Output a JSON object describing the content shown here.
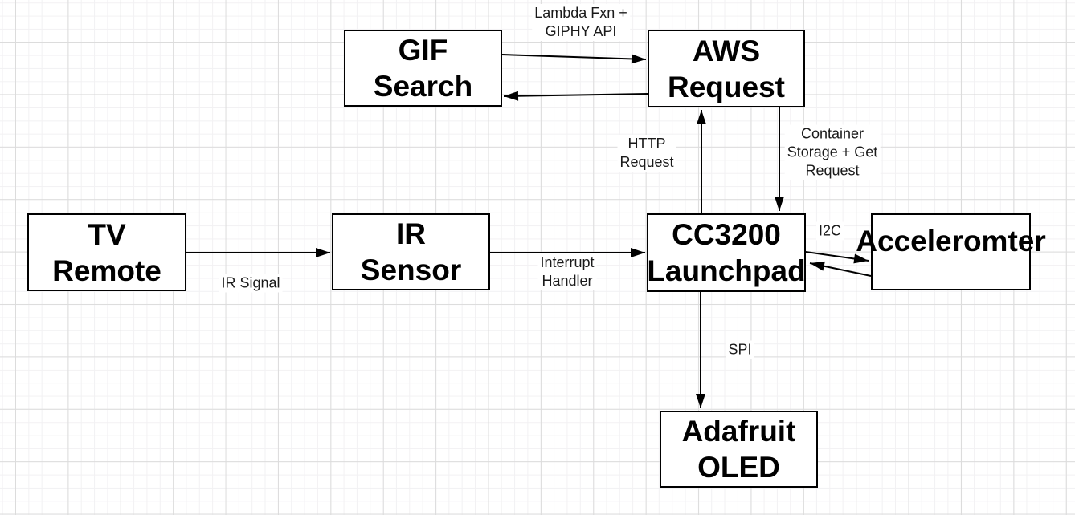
{
  "diagram": {
    "type": "block-diagram",
    "colors": {
      "node_fill": "#ffffff",
      "node_border": "#000000",
      "arrow": "#000000",
      "grid_minor": "#f2f1f3",
      "grid_major": "#dcdcdc",
      "background": "#ffffff"
    },
    "nodes": {
      "gif_search": {
        "label": "GIF\nSearch"
      },
      "aws_request": {
        "label": "AWS\nRequest"
      },
      "tv_remote": {
        "label": "TV\nRemote"
      },
      "ir_sensor": {
        "label": "IR\nSensor"
      },
      "cc3200_launchpad": {
        "label": "CC3200\nLaunchpad"
      },
      "accelerometer": {
        "label": "Acceleromter"
      },
      "adafruit_oled": {
        "label": "Adafruit\nOLED"
      }
    },
    "edge_labels": {
      "lambda_giphy": "Lambda Fxn +\nGIPHY API",
      "http_request": "HTTP\nRequest",
      "container_storage": "Container\nStorage + Get\nRequest",
      "ir_signal": "IR Signal",
      "interrupt_handler": "Interrupt\nHandler",
      "i2c": "I2C",
      "spi": "SPI"
    },
    "connections": [
      {
        "from": "GIF Search",
        "to": "AWS Request",
        "label": "Lambda Fxn + GIPHY API"
      },
      {
        "from": "AWS Request",
        "to": "GIF Search",
        "label": ""
      },
      {
        "from": "TV Remote",
        "to": "IR Sensor",
        "label": "IR Signal"
      },
      {
        "from": "IR Sensor",
        "to": "CC3200 Launchpad",
        "label": "Interrupt Handler"
      },
      {
        "from": "CC3200 Launchpad",
        "to": "AWS Request",
        "label": "HTTP Request"
      },
      {
        "from": "AWS Request",
        "to": "CC3200 Launchpad",
        "label": "Container Storage + Get Request"
      },
      {
        "from": "CC3200 Launchpad",
        "to": "Acceleromter",
        "label": "I2C"
      },
      {
        "from": "Acceleromter",
        "to": "CC3200 Launchpad",
        "label": "I2C"
      },
      {
        "from": "CC3200 Launchpad",
        "to": "Adafruit OLED",
        "label": "SPI"
      }
    ]
  }
}
